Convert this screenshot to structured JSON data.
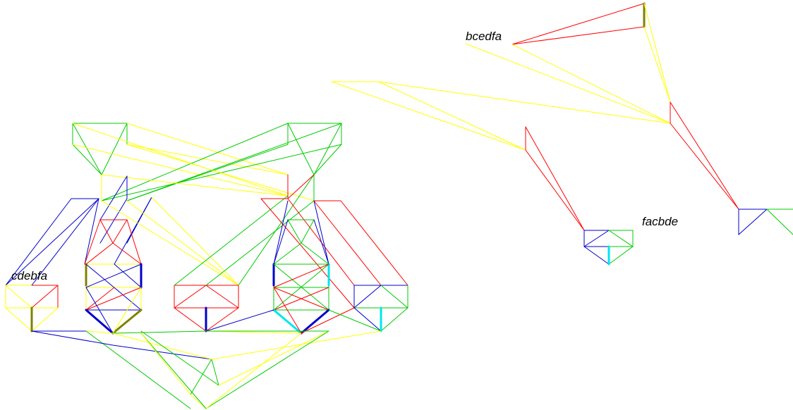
{
  "labels": {
    "bcedfa": "bcedfa",
    "cdebfa": "cdebfa",
    "facbde": "facbde"
  },
  "colors": {
    "red": "#ff0000",
    "blue": "#0000cc",
    "green": "#00cc00",
    "yellow": "#ffff00",
    "olive": "#808000",
    "cyan": "#00e5ee",
    "text": "#000000",
    "background": "#ffffff"
  }
}
